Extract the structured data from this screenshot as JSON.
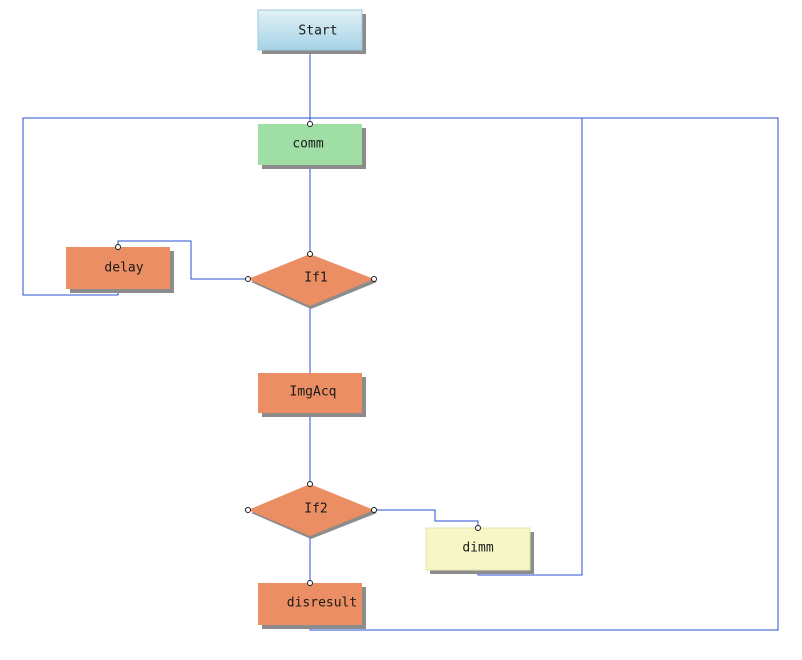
{
  "nodes": {
    "start": "Start",
    "comm": "comm",
    "delay": "delay",
    "if1": "If1",
    "imgacq": "ImgAcq",
    "if2": "If2",
    "dimm": "dimm",
    "disresult": "disresult"
  },
  "colors": {
    "connector": "#2a4fd0",
    "start_fill": "#bcdfee",
    "comm_fill": "#9fdfa6",
    "process_fill": "#ec8e63",
    "decision_fill": "#ec8e63",
    "dimm_fill": "#f6f6c6",
    "shadow": "#8c8c8c"
  }
}
